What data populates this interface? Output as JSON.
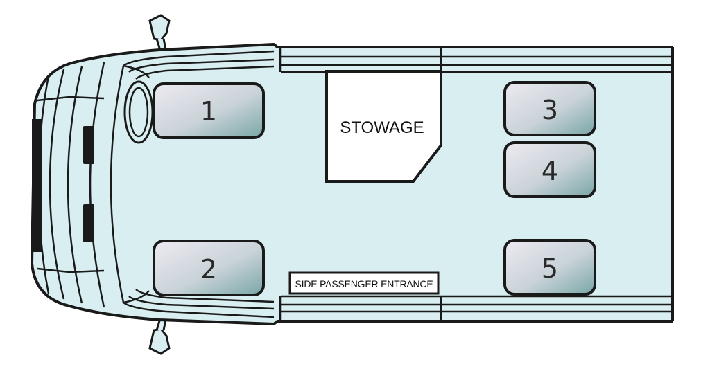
{
  "diagram": {
    "colors": {
      "body_fill": "#d9eef0",
      "outline": "#1a1a1a",
      "seat_light": "#eae6ef",
      "seat_dark": "#7fa9aa"
    },
    "seats": [
      {
        "id": "1",
        "label": "1"
      },
      {
        "id": "2",
        "label": "2"
      },
      {
        "id": "3",
        "label": "3"
      },
      {
        "id": "4",
        "label": "4"
      },
      {
        "id": "5",
        "label": "5"
      }
    ],
    "stowage_label": "STOWAGE",
    "entrance_label": "SIDE PASSENGER ENTRANCE"
  }
}
